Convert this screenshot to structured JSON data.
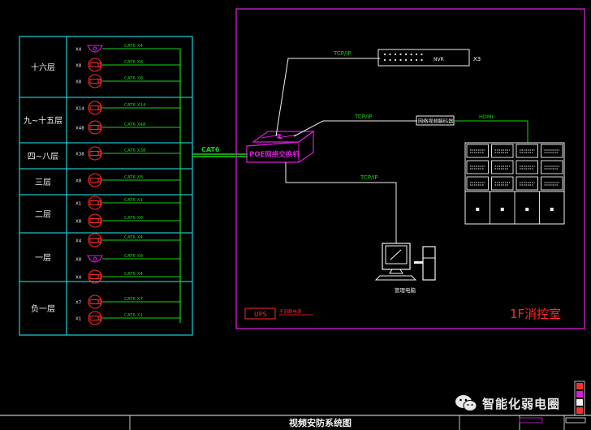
{
  "floors": [
    {
      "name": "十六层",
      "rows": [
        {
          "qty": "X4",
          "cable": "CAT6 X4",
          "cam": "dome"
        },
        {
          "qty": "X8",
          "cable": "CAT6 X8",
          "cam": "red"
        },
        {
          "qty": "X8",
          "cable": "CAT6 X8",
          "cam": "red"
        }
      ]
    },
    {
      "name": "九~十五层",
      "rows": [
        {
          "qty": "X14",
          "cable": "CAT6 X14",
          "cam": "red"
        },
        {
          "qty": "X48",
          "cable": "CAT6 X48",
          "cam": "red"
        }
      ]
    },
    {
      "name": "四~八层",
      "rows": [
        {
          "qty": "X38",
          "cable": "CAT6 X38",
          "cam": "red"
        }
      ]
    },
    {
      "name": "三层",
      "rows": [
        {
          "qty": "X8",
          "cable": "CAT6 X8",
          "cam": "red"
        }
      ]
    },
    {
      "name": "二层",
      "rows": [
        {
          "qty": "X1",
          "cable": "CAT6 X1",
          "cam": "red"
        },
        {
          "qty": "X8",
          "cable": "CAT6 X8",
          "cam": "red"
        }
      ]
    },
    {
      "name": "一层",
      "rows": [
        {
          "qty": "X4",
          "cable": "CAT6 X4",
          "cam": "red"
        },
        {
          "qty": "X8",
          "cable": "CAT6 X8",
          "cam": "dome"
        },
        {
          "qty": "X4",
          "cable": "CAT6 X4",
          "cam": "red"
        }
      ]
    },
    {
      "name": "负一层",
      "rows": [
        {
          "qty": "X7",
          "cable": "CAT6 X7",
          "cam": "red"
        },
        {
          "qty": "X1",
          "cable": "CAT6 X1",
          "cam": "red"
        }
      ]
    }
  ],
  "trunk_label": "CAT6",
  "poe_switch_label": "POE网络交换机",
  "links": [
    "TCP/IP",
    "TCP/IP",
    "TCP/IP"
  ],
  "nvr_label": "NVR",
  "nvr_qty": "X3",
  "decoder_label": "网络视频解码器",
  "hdmi_label": "HDMI",
  "workstation_label": "管理电脑",
  "ups_label": "UPS",
  "ups_note": "不间断电源",
  "room_label": "1F消控室",
  "title": "视频安防系统图",
  "watermark": "智能化弱电圈"
}
